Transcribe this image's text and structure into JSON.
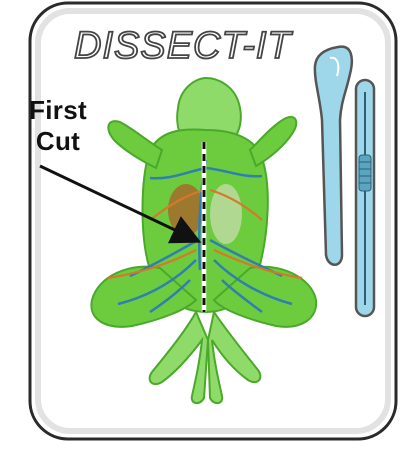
{
  "title": "DISSECT-IT",
  "annotation": {
    "line1": "First",
    "line2": "Cut"
  },
  "colors": {
    "frog_body": "#6ccc3e",
    "frog_outline": "#4aa82a",
    "veins": "#2f7fb0",
    "arteries": "#d4792b",
    "organ": "#a46a2c",
    "tool_blue": "#9fd7ea",
    "tray_fill": "#ffffff",
    "tray_border": "#2a2a2a",
    "tray_inner": "#e2e2e2"
  },
  "icons": {
    "scalpel": "scalpel-icon",
    "probe": "probe-icon",
    "frog": "frog-specimen"
  }
}
